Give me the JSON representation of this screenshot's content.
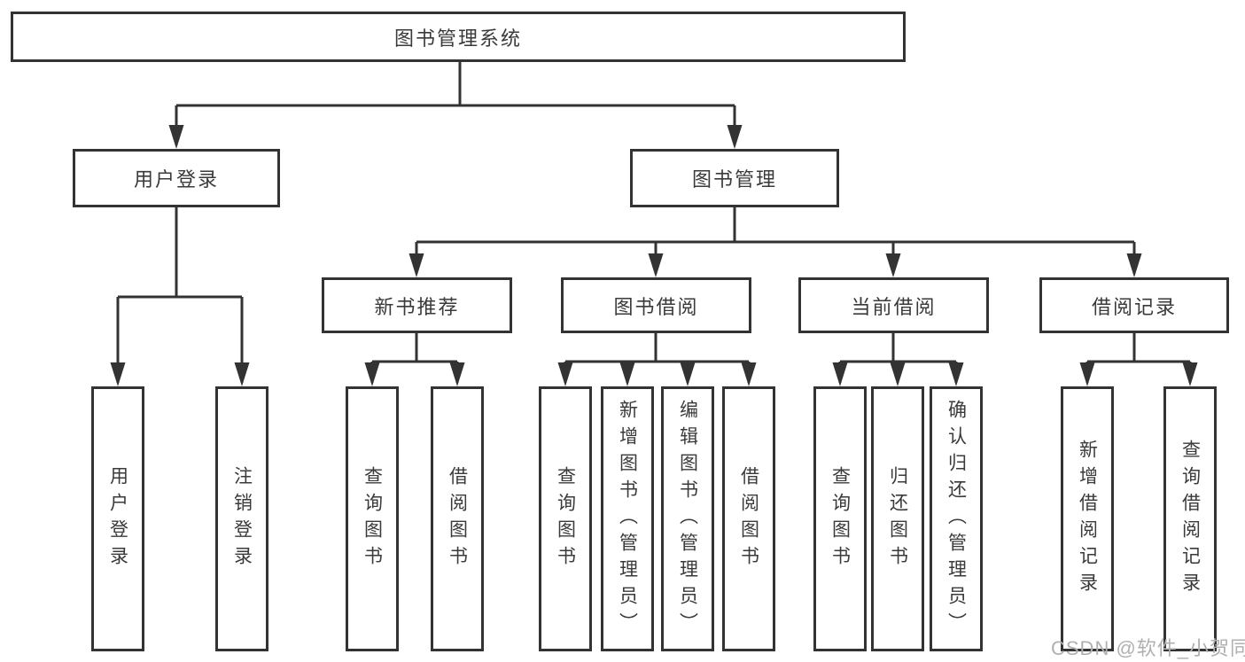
{
  "nodes": {
    "root": {
      "label": "图书管理系统"
    },
    "level2": [
      {
        "label": "用户登录"
      },
      {
        "label": "图书管理"
      }
    ],
    "level3": [
      {
        "label": "新书推荐"
      },
      {
        "label": "图书借阅"
      },
      {
        "label": "当前借阅"
      },
      {
        "label": "借阅记录"
      }
    ],
    "leaves": {
      "user_login": [
        {
          "label": "用户登录"
        },
        {
          "label": "注销登录"
        }
      ],
      "new_book": [
        {
          "label": "查询图书"
        },
        {
          "label": "借阅图书"
        }
      ],
      "book_borrow": [
        {
          "label": "查询图书"
        },
        {
          "label": "新增图书（管理员）"
        },
        {
          "label": "编辑图书（管理员）"
        },
        {
          "label": "借阅图书"
        }
      ],
      "current_borrow": [
        {
          "label": "查询图书"
        },
        {
          "label": "归还图书"
        },
        {
          "label": "确认归还（管理员）"
        }
      ],
      "borrow_record": [
        {
          "label": "新增借阅记录"
        },
        {
          "label": "查询借阅记录"
        }
      ]
    }
  },
  "watermark": "CSDN @软件_小贺同学",
  "colors": {
    "line": "#333333",
    "box_border": "#333333",
    "text": "#3a3a3a",
    "watermark": "#b0b0b0",
    "background": "#ffffff"
  }
}
